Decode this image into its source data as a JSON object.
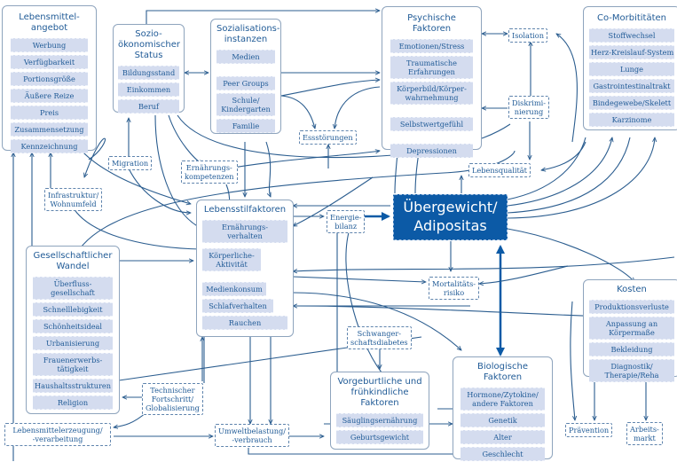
{
  "colors": {
    "accent": "#0c5aa6",
    "line": "#2b5d8f",
    "item_bg": "#d4dcef",
    "box_border": "#8ea4bd"
  },
  "center": {
    "line1": "Übergewicht/",
    "line2": "Adipositas"
  },
  "boxes": {
    "lebensmittelangebot": {
      "title": "Lebensmittel-\nangebot",
      "items": [
        "Werbung",
        "Verfügbarkeit",
        "Portionsgröße",
        "Äußere Reize",
        "Preis",
        "Zusammensetzung",
        "Kennzeichnung"
      ]
    },
    "soziooekonomisch": {
      "title": "Sozio-\nökonomischer\nStatus",
      "items": [
        "Bildungsstand",
        "Einkommen",
        "Beruf"
      ]
    },
    "sozialisation": {
      "title": "Sozialisations-\ninstanzen",
      "items": [
        "Medien",
        "Peer Groups",
        "Schule/\nKindergarten",
        "Familie"
      ]
    },
    "psychisch": {
      "title": "Psychische Faktoren",
      "items": [
        "Emotionen/Stress",
        "Traumatische\nErfahrungen",
        "Körperbild/Körper-\nwahrnehmung",
        "Selbstwertgefühl",
        "Depressionen"
      ]
    },
    "komorbiditaeten": {
      "title": "Co-Morbititäten",
      "items": [
        "Stoffwechsel",
        "Herz-Kreislauf-System",
        "Lunge",
        "Gastrointestinaltrakt",
        "Bindegewebe/Skelett",
        "Karzinome"
      ]
    },
    "lebensstil": {
      "title": "Lebensstilfaktoren",
      "items": [
        "Ernährungs-\nverhalten",
        "Körperliche-\nAktivität",
        "Medienkonsum",
        "Schlafverhalten",
        "Rauchen"
      ]
    },
    "gesellschaft": {
      "title": "Gesellschaftlicher\nWandel",
      "items": [
        "Überfluss-\ngesellschaft",
        "Schnelllebigkeit",
        "Schönheitsideal",
        "Urbanisierung",
        "Frauenerwerbs-\ntätigkeit",
        "Haushaltsstrukturen",
        "Religion"
      ]
    },
    "vorgeburtlich": {
      "title": "Vorgeburtliche und\nfrühkindliche\nFaktoren",
      "items": [
        "Säuglingsernährung",
        "Geburtsgewicht"
      ]
    },
    "biologisch": {
      "title": "Biologische Faktoren",
      "items": [
        "Hormone/Zytokine/\nandere Faktoren",
        "Genetik",
        "Alter",
        "Geschlecht"
      ]
    },
    "kosten": {
      "title": "Kosten",
      "items": [
        "Produktionsverluste",
        "Anpassung an\nKörpermaße",
        "Bekleidung",
        "Diagnostik/\nTherapie/Reha"
      ]
    }
  },
  "nodes": {
    "migration": "Migration",
    "ernaehrungskompetenzen": "Ernährungs-\nkompetenzen",
    "infrastruktur": "Infrastruktur/\nWohnumfeld",
    "essstoerungen": "Essstörungen",
    "isolation": "Isolation",
    "diskriminierung": "Diskrimi-\nnierung",
    "lebensqualitaet": "Lebensqualität",
    "energiebilanz": "Energie-\nbilanz",
    "mortalitaet": "Mortalitäts-\nrisiko",
    "schwangerschaftsdiabetes": "Schwanger-\nschaftsdiabetes",
    "technischer_fortschritt": "Technischer\nFortschritt/\nGlobalisierung",
    "lebensmittelerzeugung": "Lebensmittelerzeugung/\n-verarbeitung",
    "umweltbelastung": "Umweltbelastung/\n-verbrauch",
    "praevention": "Prävention",
    "arbeitsmarkt": "Arbeits-\nmarkt"
  }
}
